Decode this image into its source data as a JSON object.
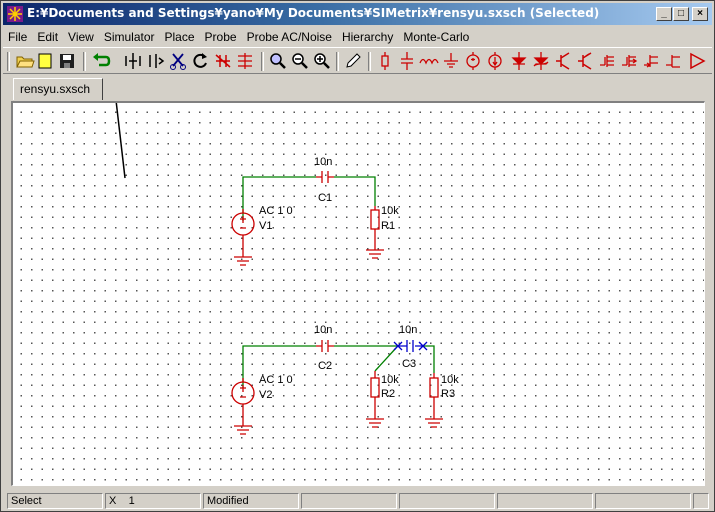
{
  "window": {
    "title": "E:¥Documents and Settings¥yano¥My Documents¥SIMetrix¥rensyu.sxsch (Selected)",
    "minimize": "_",
    "maximize": "□",
    "close": "×"
  },
  "menu": [
    "File",
    "Edit",
    "View",
    "Simulator",
    "Place",
    "Probe",
    "Probe AC/Noise",
    "Hierarchy",
    "Monte-Carlo"
  ],
  "tab": {
    "label": "rensyu.sxsch"
  },
  "schematic": {
    "c1": {
      "value": "10n",
      "ref": "C1"
    },
    "r1": {
      "value": "10k",
      "ref": "R1"
    },
    "v1": {
      "value": "AC 1 0",
      "ref": "V1"
    },
    "c2": {
      "value": "10n",
      "ref": "C2"
    },
    "c3": {
      "value": "10n",
      "ref": "C3"
    },
    "r2": {
      "value": "10k",
      "ref": "R2"
    },
    "r3": {
      "value": "10k",
      "ref": "R3"
    },
    "v2": {
      "value": "AC 1 0",
      "ref": "V2"
    }
  },
  "status": {
    "mode": "Select",
    "coord_label": "X",
    "coord_value": "1",
    "state": "Modified"
  },
  "colors": {
    "wire": "#008000",
    "component": "#cc0000",
    "selected": "#0000cc"
  }
}
